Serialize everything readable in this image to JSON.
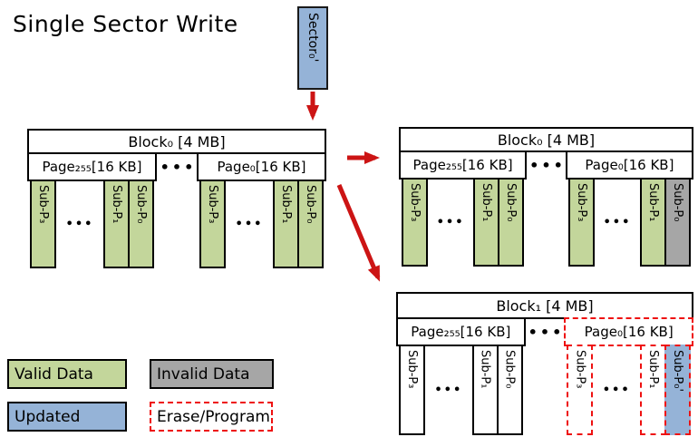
{
  "title": "Single Sector Write",
  "sector": {
    "label": "Sector₀'"
  },
  "dots": "•••",
  "blocks": [
    {
      "title": "Block₀ [4 MB]",
      "pages": [
        {
          "label": "Page₂₅₅[16 KB]",
          "frame": "solid",
          "subpages": [
            {
              "label": "Sub-P₃",
              "status": "valid"
            },
            {
              "label": "Sub-P₁",
              "status": "valid"
            },
            {
              "label": "Sub-P₀",
              "status": "valid"
            }
          ]
        },
        {
          "label": "Page₀[16 KB]",
          "frame": "solid",
          "subpages": [
            {
              "label": "Sub-P₃",
              "status": "valid"
            },
            {
              "label": "Sub-P₁",
              "status": "valid"
            },
            {
              "label": "Sub-P₀",
              "status": "valid"
            }
          ]
        }
      ]
    },
    {
      "title": "Block₀ [4 MB]",
      "pages": [
        {
          "label": "Page₂₅₅[16 KB]",
          "frame": "solid",
          "subpages": [
            {
              "label": "Sub-P₃",
              "status": "valid"
            },
            {
              "label": "Sub-P₁",
              "status": "valid"
            },
            {
              "label": "Sub-P₀",
              "status": "valid"
            }
          ]
        },
        {
          "label": "Page₀[16 KB]",
          "frame": "solid",
          "subpages": [
            {
              "label": "Sub-P₃",
              "status": "valid"
            },
            {
              "label": "Sub-P₁",
              "status": "valid"
            },
            {
              "label": "Sub-P₀",
              "status": "invalid"
            }
          ]
        }
      ]
    },
    {
      "title": "Block₁ [4 MB]",
      "pages": [
        {
          "label": "Page₂₅₅[16 KB]",
          "frame": "solid",
          "subpages": [
            {
              "label": "Sub-P₃",
              "status": "plain"
            },
            {
              "label": "Sub-P₁",
              "status": "plain"
            },
            {
              "label": "Sub-P₀",
              "status": "plain"
            }
          ]
        },
        {
          "label": "Page₀[16 KB]",
          "frame": "erase",
          "subpages": [
            {
              "label": "Sub-P₃",
              "status": "erase"
            },
            {
              "label": "Sub-P₁",
              "status": "erase"
            },
            {
              "label": "Sub-P₀'",
              "status": "updated-erase"
            }
          ]
        }
      ]
    }
  ],
  "legend": [
    {
      "label": "Valid Data",
      "swatch": "valid"
    },
    {
      "label": "Invalid Data",
      "swatch": "invalid"
    },
    {
      "label": "Updated",
      "swatch": "updated"
    },
    {
      "label": "Erase/Program",
      "swatch": "erase"
    }
  ],
  "colors": {
    "valid": "#c3d69b",
    "invalid": "#a6a6a6",
    "updated": "#95b3d7",
    "erase": "#ee1111",
    "arrow": "#cc1414",
    "border": "#000000"
  }
}
